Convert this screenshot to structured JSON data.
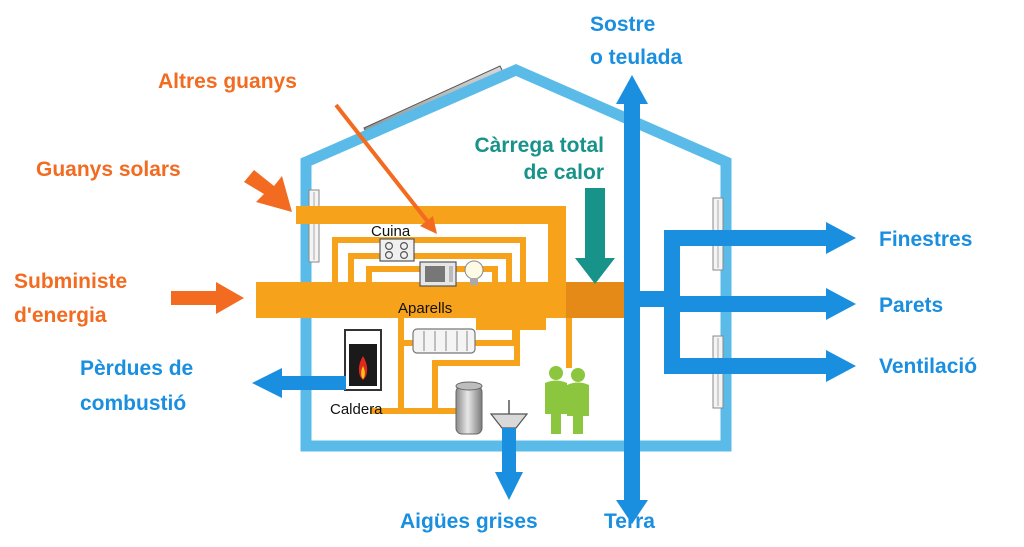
{
  "labels": {
    "altres_guanys": "Altres guanys",
    "guanys_solars": "Guanys solars",
    "subministre_line1": "Subministe",
    "subministre_line2": "d'energia",
    "perdues_line1": "Pèrdues de",
    "perdues_line2": "combustió",
    "aigues_grises": "Aigües grises",
    "terra": "Terra",
    "sostre_line1": "Sostre",
    "sostre_line2": "o teulada",
    "carrega_line1": "Càrrega total",
    "carrega_line2": "de calor",
    "finestres": "Finestres",
    "parets": "Parets",
    "ventilacio": "Ventilació",
    "cuina": "Cuina",
    "aparells": "Aparells",
    "caldera": "Caldera"
  },
  "colors": {
    "gain": "#f7a21b",
    "gain_text": "#f26b21",
    "loss": "#1a8fe0",
    "load": "#179389",
    "house_outline": "#5bbbe8",
    "people": "#8cc63e"
  },
  "icons": [
    "stove-icon",
    "microwave-icon",
    "light-bulb-icon",
    "radiator-icon",
    "boiler-icon",
    "water-heater-icon",
    "sink-icon",
    "people-icon",
    "solar-panel-icon",
    "window-icon"
  ]
}
